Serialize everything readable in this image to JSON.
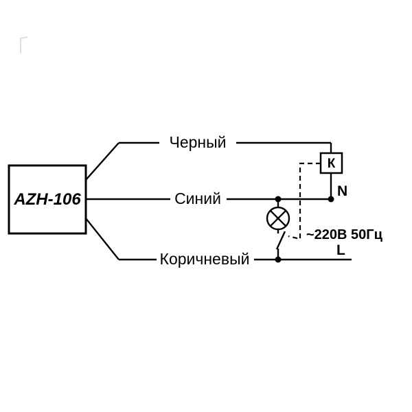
{
  "diagram": {
    "device": {
      "label": "AZH-106"
    },
    "wires": {
      "black": {
        "label": "Черный"
      },
      "blue": {
        "label": "Синий"
      },
      "brown": {
        "label": "Коричневый"
      }
    },
    "relay": {
      "label": "К"
    },
    "terminals": {
      "neutral": "N",
      "line": "L"
    },
    "power": {
      "label": "~220В 50Гц"
    },
    "colors": {
      "ink": "#000000",
      "background": "#ffffff"
    }
  }
}
